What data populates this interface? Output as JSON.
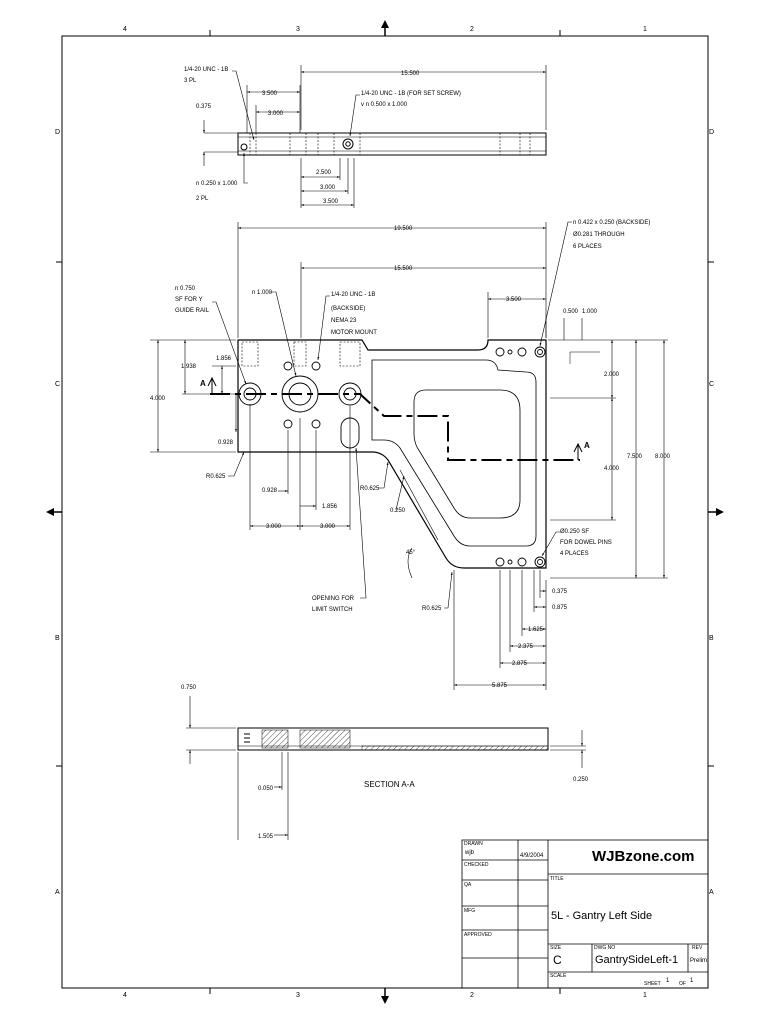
{
  "border": {
    "columns_top": [
      "4",
      "3",
      "2",
      "1"
    ],
    "columns_bottom": [
      "4",
      "3",
      "2",
      "1"
    ],
    "rows_left": [
      "D",
      "C",
      "B",
      "A"
    ],
    "rows_right": [
      "D",
      "C",
      "B",
      "A"
    ]
  },
  "top_view": {
    "callout_thread": "1/4-20 UNC - 1B",
    "callout_thread_qty": "3 PL",
    "callout_setscrew": "1/4-20 UNC - 1B    (FOR SET SCREW)",
    "callout_setscrew_cbore": "v     n 0.500 x  1.000",
    "callout_hole": "n 0.250 x  1.000",
    "callout_hole_qty": "2 PL",
    "dim_overall": "15.500",
    "dim_a": "3.500",
    "dim_b": "3.000",
    "dim_thk": "0.375",
    "dim_c": "2.500",
    "dim_d": "3.000",
    "dim_e": "3.500"
  },
  "front_view": {
    "dim_19500": "19.500",
    "dim_15500": "15.500",
    "dim_3500": "3.500",
    "dim_0500": "0.500",
    "dim_1000": "1.000",
    "dim_1856a": "1.856",
    "dim_1938": "1.938",
    "dim_4000l": "4.000",
    "dim_0928a": "0.928",
    "dim_r0625a": "R0.625",
    "dim_0928b": "0.928",
    "dim_1856b": "1.856",
    "dim_3000a": "3.000",
    "dim_3000b": "3.000",
    "dim_r0625b": "R0.625",
    "dim_0250": "0.250",
    "dim_45": "45°",
    "dim_r0625c": "R0.625",
    "dim_2000": "2.000",
    "dim_4000r": "4.000",
    "dim_7500": "7.500",
    "dim_8000": "8.000",
    "dim_0375": "0.375",
    "dim_0875": "0.875",
    "dim_1625": "1.625",
    "dim_2375": "2.375",
    "dim_2875": "2.875",
    "dim_5875": "5.875",
    "callout_rail_1": "n 0.750",
    "callout_rail_2": "SF FOR Y",
    "callout_rail_3": "GUIDE RAIL",
    "callout_bore": "n 1.000",
    "callout_motor_1": "1/4-20 UNC - 1B",
    "callout_motor_2": "(BACKSIDE)",
    "callout_motor_3": "NEMA 23",
    "callout_motor_4": "MOTOR MOUNT",
    "callout_holes_1": "n 0.422 x  0.250  (BACKSIDE)",
    "callout_holes_2": "Ø0.281 THROUGH",
    "callout_holes_3": "6 PLACES",
    "callout_dowel_1": "Ø0.250 SF",
    "callout_dowel_2": "FOR DOWEL PINS",
    "callout_dowel_3": "4 PLACES",
    "callout_switch_1": "OPENING FOR",
    "callout_switch_2": "LIMIT SWITCH",
    "section_marker": "A"
  },
  "section_view": {
    "dim_0750": "0.750",
    "dim_0050": "0.050",
    "dim_1505": "1.505",
    "dim_0250": "0.250",
    "title": "SECTION  A-A"
  },
  "title_block": {
    "drawn_label": "DRAWN",
    "drawn_by": "wjb",
    "drawn_date": "4/9/2004",
    "checked_label": "CHECKED",
    "qa_label": "QA",
    "mfg_label": "MFG",
    "approved_label": "APPROVED",
    "company": "WJBzone.com",
    "title_label": "TITLE",
    "title": "5L - Gantry Left Side",
    "size_label": "SIZE",
    "size": "C",
    "dwg_no_label": "DWG NO",
    "dwg_no": "GantrySideLeft-1",
    "rev_label": "REV",
    "rev": "Prelim",
    "scale_label": "SCALE",
    "sheet_label": "SHEET",
    "sheet_num": "1",
    "of_label": "OF",
    "sheet_total": "1"
  }
}
